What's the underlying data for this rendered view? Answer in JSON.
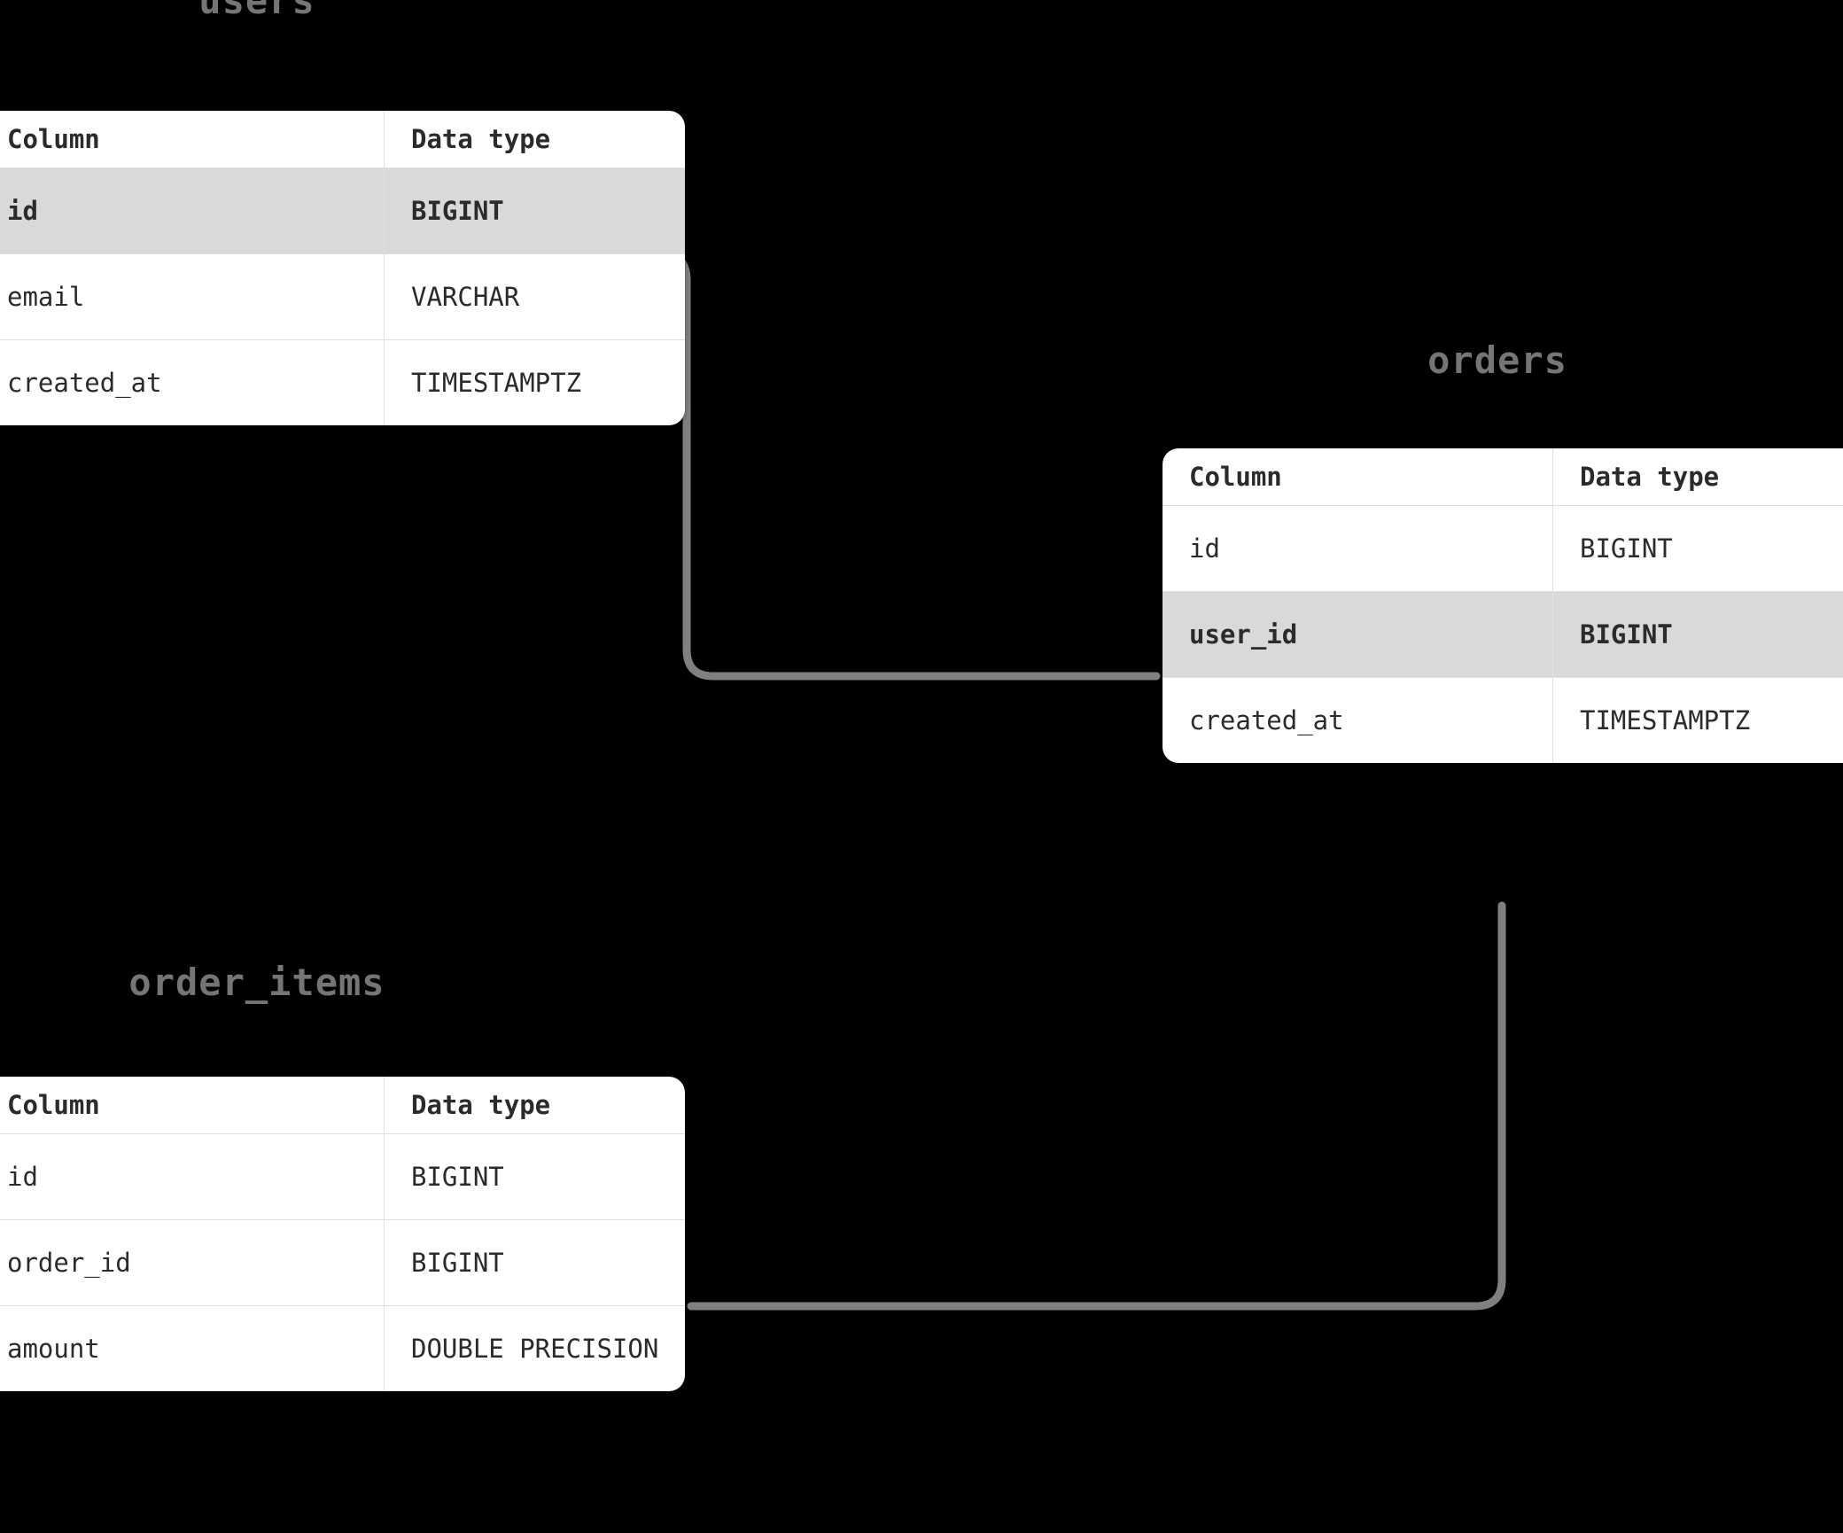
{
  "diagram": {
    "type": "er-diagram",
    "background_color": "#000000",
    "card_color": "#ffffff",
    "highlight_color": "#d9d9d9",
    "title_color": "#757575",
    "connector_color": "#808080",
    "columns_header": "Column",
    "datatype_header": "Data type",
    "entities": [
      {
        "name": "users",
        "columns": [
          {
            "column": "id",
            "data_type": "BIGINT",
            "highlighted": true
          },
          {
            "column": "email",
            "data_type": "VARCHAR",
            "highlighted": false
          },
          {
            "column": "created_at",
            "data_type": "TIMESTAMPTZ",
            "highlighted": false
          }
        ]
      },
      {
        "name": "orders",
        "columns": [
          {
            "column": "id",
            "data_type": "BIGINT",
            "highlighted": false
          },
          {
            "column": "user_id",
            "data_type": "BIGINT",
            "highlighted": true
          },
          {
            "column": "created_at",
            "data_type": "TIMESTAMPTZ",
            "highlighted": false
          }
        ]
      },
      {
        "name": "order_items",
        "columns": [
          {
            "column": "id",
            "data_type": "BIGINT",
            "highlighted": false
          },
          {
            "column": "order_id",
            "data_type": "BIGINT",
            "highlighted": false
          },
          {
            "column": "amount",
            "data_type": "DOUBLE PRECISION",
            "highlighted": false
          }
        ]
      }
    ],
    "relationships": [
      {
        "from": "users.id",
        "to": "orders.user_id"
      },
      {
        "from": "orders",
        "to": "order_items.order_id"
      }
    ]
  }
}
